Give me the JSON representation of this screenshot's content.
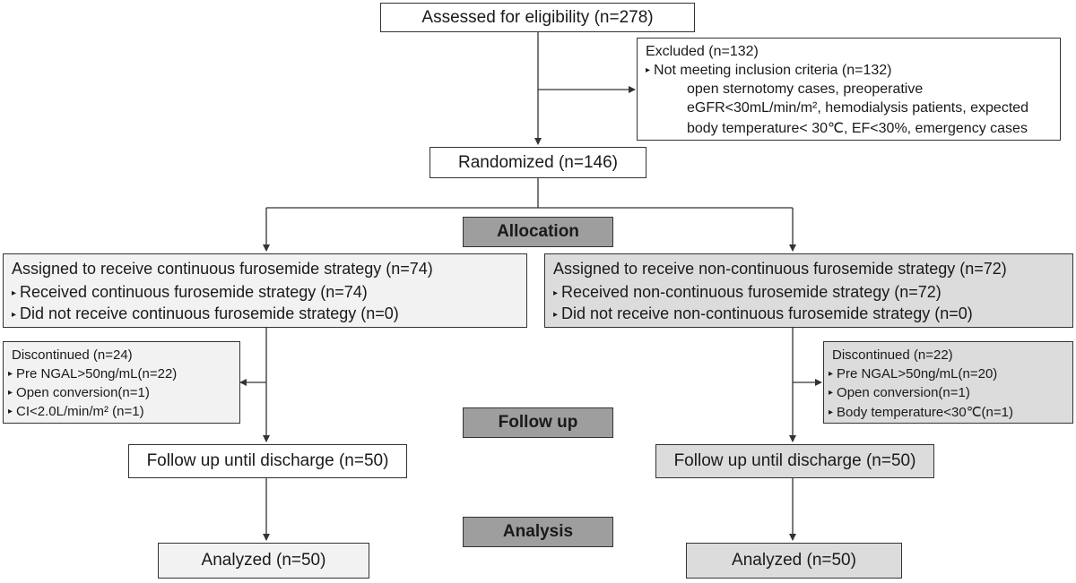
{
  "assessed": "Assessed for eligibility (n=278)",
  "excluded": {
    "title": "Excluded (n=132)",
    "bullet": "Not meeting inclusion criteria (n=132)",
    "details": [
      "open sternotomy cases, preoperative",
      "eGFR<30mL/min/m², hemodialysis patients, expected",
      "body temperature< 30℃, EF<30%, emergency cases"
    ]
  },
  "randomized": "Randomized (n=146)",
  "stages": {
    "allocation": "Allocation",
    "follow_up": "Follow up",
    "analysis": "Analysis"
  },
  "left": {
    "assigned": "Assigned to receive continuous furosemide strategy (n=74)",
    "received": "Received continuous furosemide strategy (n=74)",
    "not_received": "Did not receive continuous furosemide strategy (n=0)",
    "discontinued": {
      "title": "Discontinued (n=24)",
      "items": [
        "Pre NGAL>50ng/mL(n=22)",
        "Open conversion(n=1)",
        "CI<2.0L/min/m² (n=1)"
      ]
    },
    "follow_up": "Follow up until discharge (n=50)",
    "analyzed": "Analyzed (n=50)"
  },
  "right": {
    "assigned": "Assigned to receive non-continuous furosemide strategy (n=72)",
    "received": "Received non-continuous furosemide strategy (n=72)",
    "not_received": "Did not receive non-continuous furosemide strategy (n=0)",
    "discontinued": {
      "title": "Discontinued (n=22)",
      "items": [
        "Pre NGAL>50ng/mL(n=20)",
        "Open conversion(n=1)",
        "Body temperature<30℃(n=1)"
      ]
    },
    "follow_up": "Follow up until discharge (n=50)",
    "analyzed": "Analyzed (n=50)"
  }
}
